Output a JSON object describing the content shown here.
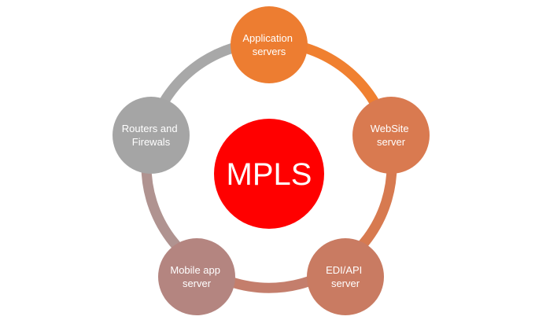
{
  "center": {
    "label": "MPLS",
    "color": "#ff0000"
  },
  "nodes": [
    {
      "line1": "Application",
      "line2": "servers",
      "color": "#ed7d31"
    },
    {
      "line1": "WebSite",
      "line2": "server",
      "color": "#d97a50"
    },
    {
      "line1": "EDI/API",
      "line2": "server",
      "color": "#c97b62"
    },
    {
      "line1": "Mobile app",
      "line2": "server",
      "color": "#b48580"
    },
    {
      "line1": "Routers and",
      "line2": "Firewals",
      "color": "#a5a5a5"
    }
  ],
  "ring_colors": {
    "arc_0_1": "#f08030",
    "arc_1_2": "#d77a50",
    "arc_2_3": "#c47e6c",
    "arc_3_4": "#b09390",
    "arc_4_0": "#a8a8a8"
  }
}
